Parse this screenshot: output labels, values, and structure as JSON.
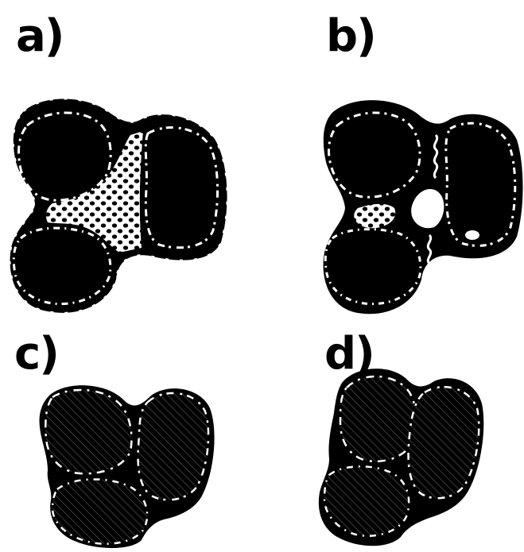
{
  "panels": [
    {
      "id": "a",
      "label": "a)"
    },
    {
      "id": "b",
      "label": "b)"
    },
    {
      "id": "c",
      "label": "c)"
    },
    {
      "id": "d",
      "label": "d)"
    }
  ],
  "colors": {
    "ink": "#000000",
    "background": "#ffffff",
    "rim": "#ffffff"
  }
}
